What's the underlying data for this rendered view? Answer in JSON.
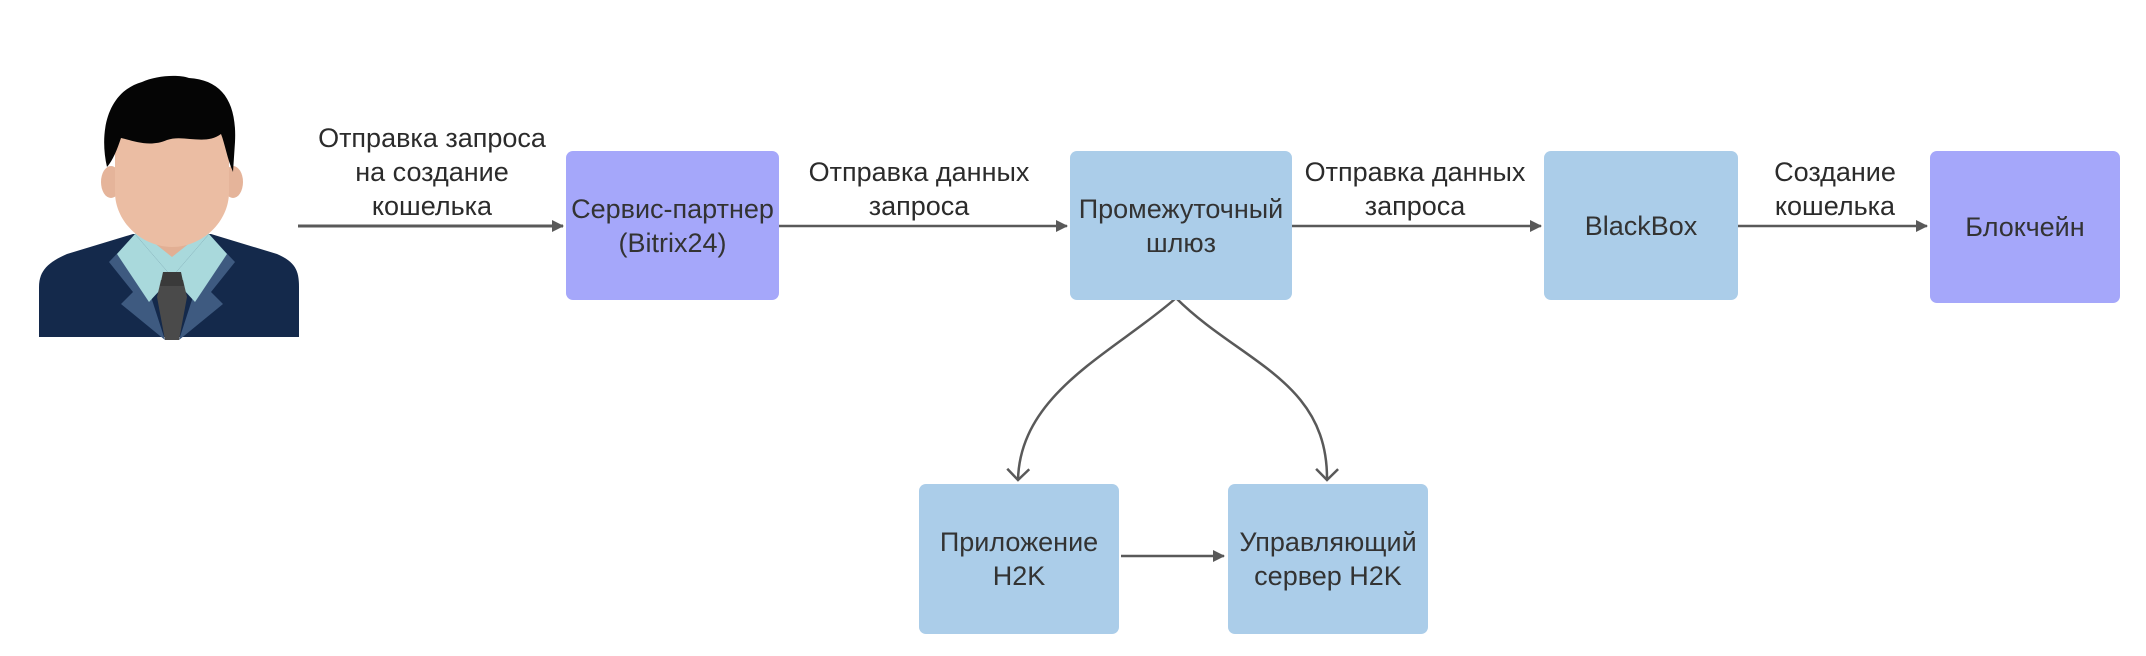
{
  "colors": {
    "partner_node": "#a5a7fa",
    "gateway_node": "#abcde9",
    "arrow": "#595959",
    "text": "#333333"
  },
  "user_icon": "businessman-avatar-icon",
  "nodes": {
    "partner": "Сервис-партнер\n(Bitrix24)",
    "gateway": "Промежуточный\nшлюз",
    "blackbox": "BlackBox",
    "blockchain": "Блокчейн",
    "app": "Приложение\nH2K",
    "server": "Управляющий\nсервер H2K"
  },
  "edges": {
    "user_to_partner": "Отправка запроса\nна создание\nкошелька",
    "partner_to_gateway": "Отправка данных\nзапроса",
    "gateway_to_blackbox": "Отправка данных\nзапроса",
    "blackbox_to_blockchain": "Создание\nкошелька"
  }
}
